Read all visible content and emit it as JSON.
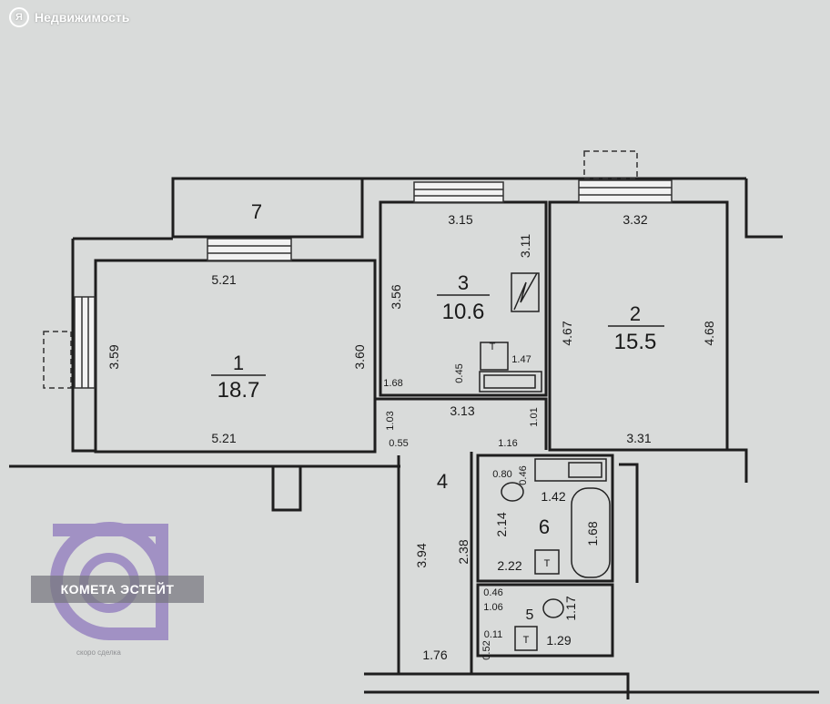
{
  "header": {
    "logo_glyph": "Я",
    "brand": "Недвижимость"
  },
  "watermark": {
    "label": "КОМЕТА ЭСТЕЙТ",
    "sub": "скоро сделка",
    "color": "#7c5fb6"
  },
  "rooms": [
    {
      "number": "1",
      "area": "18.7"
    },
    {
      "number": "2",
      "area": "15.5"
    },
    {
      "number": "3",
      "area": "10.6"
    },
    {
      "number": "4"
    },
    {
      "number": "5"
    },
    {
      "number": "6"
    },
    {
      "number": "7"
    }
  ],
  "dimensions": {
    "r1_top": "5.21",
    "r1_bottom": "5.21",
    "r1_left": "3.59",
    "r1_right": "3.60",
    "r3_top": "3.15",
    "r3_left": "3.56",
    "r3_right": "3.11",
    "r3_bottom": "3.13",
    "r3_sink": "1.47",
    "r3_small": "0.45",
    "r3_nook": "1.68",
    "r2_top": "3.32",
    "r2_left": "4.67",
    "r2_right": "4.68",
    "r2_bottom": "3.31",
    "hall_a": "1.03",
    "hall_b": "1.01",
    "hall_c": "0.55",
    "hall_d": "1.16",
    "r4_long": "3.94",
    "r4_mid": "2.38",
    "r4_bottom": "1.76",
    "r6_a": "0.80",
    "r6_b": "0.46",
    "r6_c": "1.42",
    "r6_d": "2.14",
    "r6_e": "1.68",
    "r6_f": "2.22",
    "r5_a": "0.46",
    "r5_b": "1.06",
    "r5_c": "1.17",
    "r5_d": "1.29",
    "r5_e": "0.11",
    "r5_f": "0.52"
  },
  "fixtures": {
    "toilet_mark": "T"
  }
}
